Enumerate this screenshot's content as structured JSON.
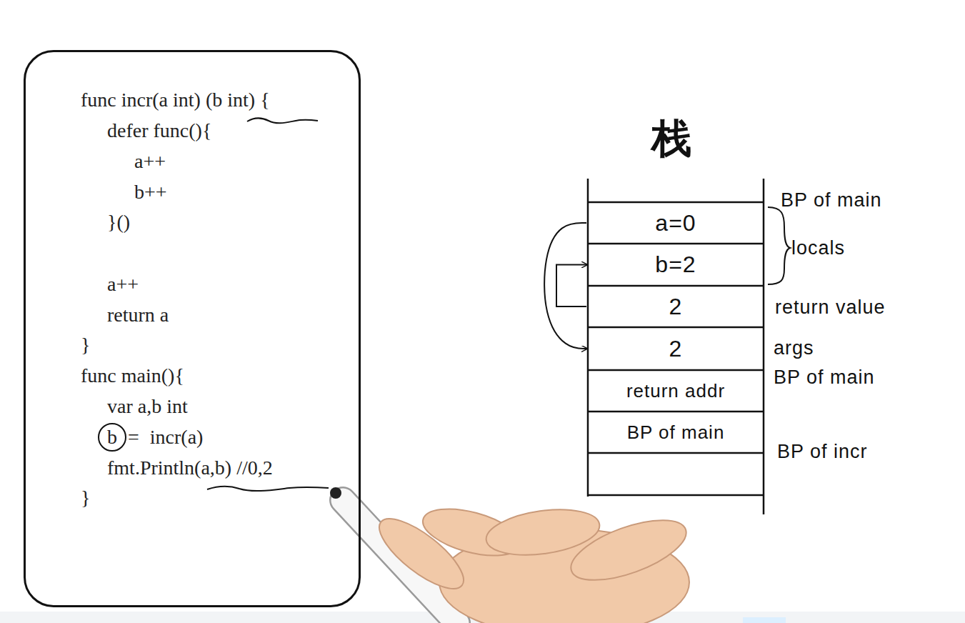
{
  "diagram": {
    "title": "栈",
    "nodes": [
      {
        "text": [
          "func incr(a int) (b int) {",
          "defer func(){",
          "a++",
          "b++",
          "}()",
          "a++",
          "return a",
          "}",
          "func main(){",
          "var a,b int",
          "b = incr(a)",
          "fmt.Println(a,b) //0,2",
          "}"
        ]
      },
      {
        "text": [
          "a=0"
        ]
      },
      {
        "text": [
          "b=2"
        ]
      },
      {
        "text": [
          "2"
        ]
      },
      {
        "text": [
          "2"
        ]
      },
      {
        "text": [
          "return addr"
        ]
      },
      {
        "text": [
          "BP of main"
        ]
      }
    ],
    "edges": [
      {
        "from": 1,
        "to": 4,
        "arrow": "to"
      },
      {
        "from": 3,
        "to": 2,
        "arrow": "to"
      }
    ],
    "labels": [
      "BP of main",
      "locals",
      "return value",
      "args",
      "BP of main",
      "BP of incr"
    ]
  }
}
